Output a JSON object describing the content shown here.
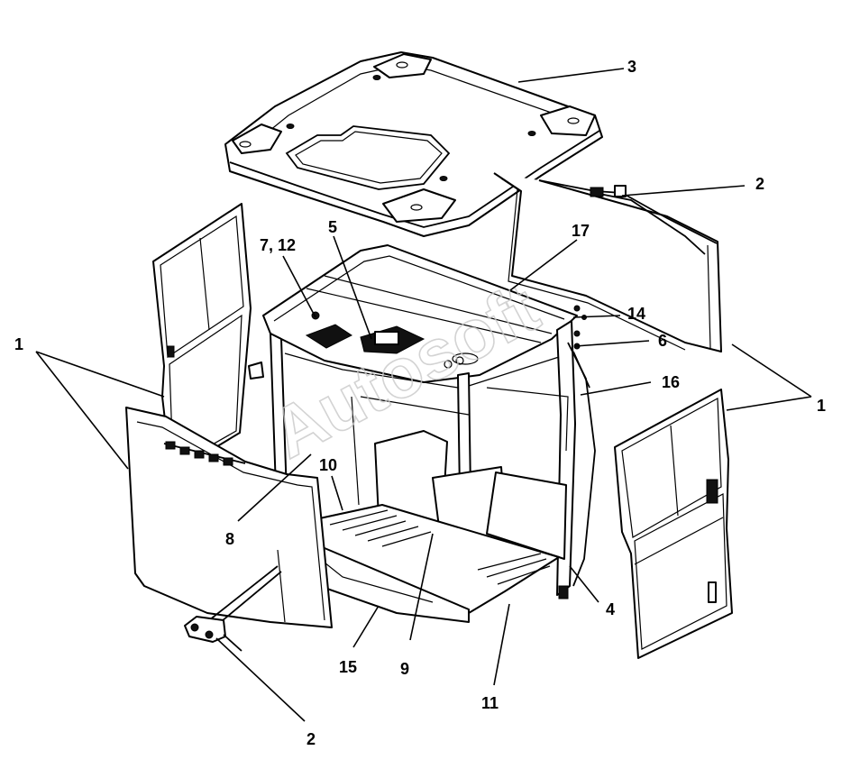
{
  "labels": {
    "l1_left": "1",
    "l1_right": "1",
    "l2_top": "2",
    "l2_bottom": "2",
    "l3": "3",
    "l4": "4",
    "l5": "5",
    "l6": "6",
    "l7_12": "7, 12",
    "l8": "8",
    "l9": "9",
    "l10": "10",
    "l11": "11",
    "l14": "14",
    "l15": "15",
    "l16": "16",
    "l17": "17"
  },
  "watermark": "Autosoft"
}
